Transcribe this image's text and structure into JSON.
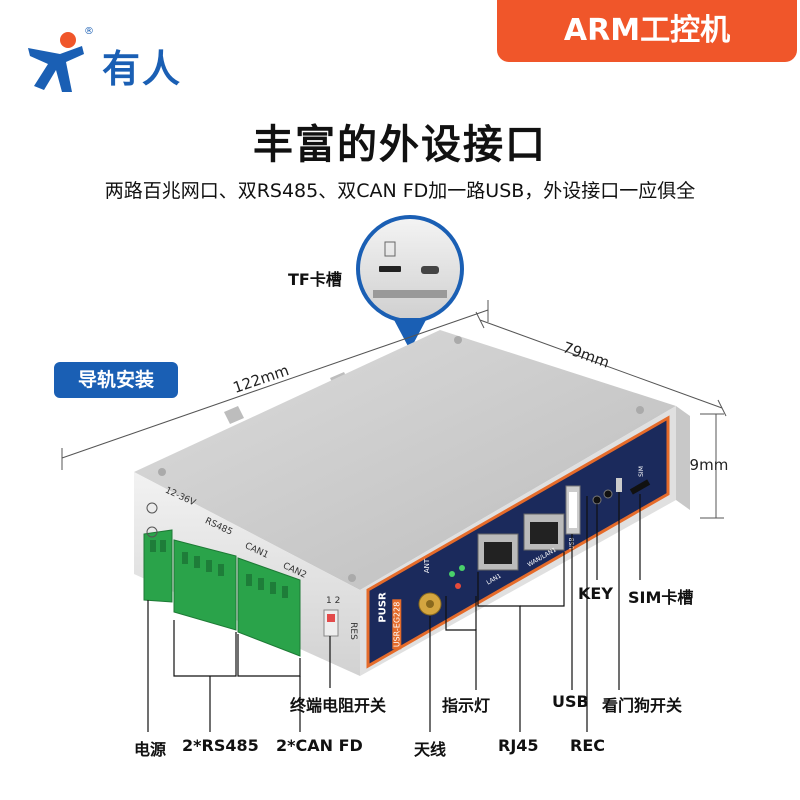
{
  "brand": {
    "name": "有人",
    "registered": "®"
  },
  "badge": {
    "text": "ARM工控机"
  },
  "headline": "丰富的外设接口",
  "subline": "两路百兆网口、双RS485、双CAN FD加一路USB，外设接口一应俱全",
  "dimensions": {
    "length": "122mm",
    "width": "79mm",
    "height": "29mm"
  },
  "rail_badge": "导轨安装",
  "tf_label": "TF卡槽",
  "device": {
    "terminal_labels": {
      "power": "12-36V",
      "rs485": "RS485",
      "can1": "CAN1",
      "can2": "CAN2"
    },
    "brand_vertical": "PUSR",
    "model_vertical": "USR-EG228",
    "port_labels": {
      "lan": "LAN1",
      "wan": "WAN/LAN1",
      "ant": "ANT",
      "usb": "USB",
      "sim": "SIM"
    },
    "switch_label": "RES",
    "switch_nums": "1 2"
  },
  "callouts": {
    "key": "KEY",
    "sim_slot": "SIM卡槽",
    "termination": "终端电阻开关",
    "indicator": "指示灯",
    "usb": "USB",
    "watchdog": "看门狗开关",
    "power": "电源",
    "rs485": "2*RS485",
    "can": "2*CAN FD",
    "antenna": "天线",
    "rj45": "RJ45",
    "rec": "REC"
  },
  "colors": {
    "brand_blue": "#1a5fb4",
    "badge_orange": "#f0562a",
    "terminal_green": "#2aa34a",
    "panel_navy": "#1b2a5c"
  }
}
